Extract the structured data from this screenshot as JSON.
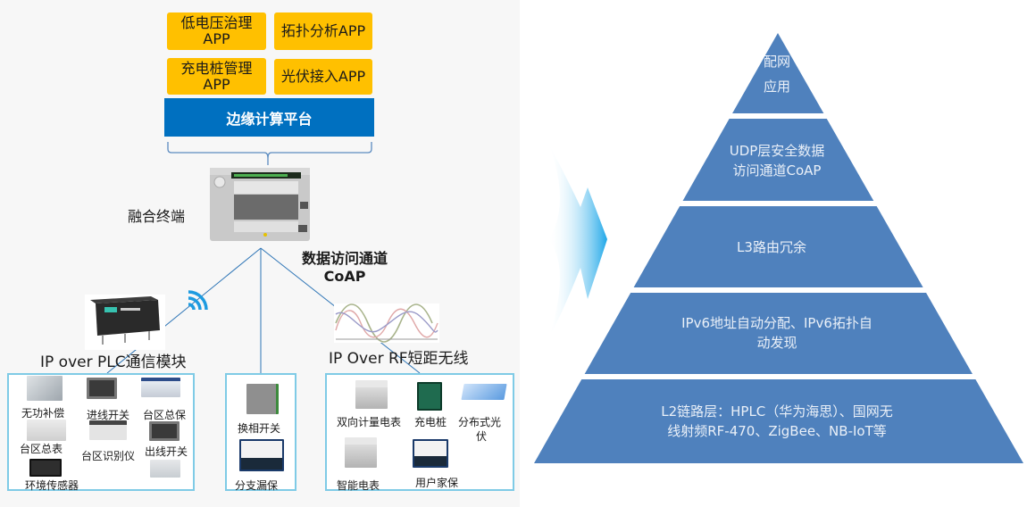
{
  "left": {
    "apps": [
      {
        "label_line1": "低电压治理",
        "label_line2": "APP"
      },
      {
        "label_line1": "拓扑分析APP",
        "label_line2": ""
      },
      {
        "label_line1": "充电桩管理",
        "label_line2": "APP"
      },
      {
        "label_line1": "光伏接入APP",
        "label_line2": ""
      }
    ],
    "platform_label": "边缘计算平台",
    "terminal_label": "融合终端",
    "channel_label_line1": "数据访问通道",
    "channel_label_line2": "CoAP",
    "plc_label": "IP over PLC通信模块",
    "rf_label": "IP Over RF短距无线",
    "group1": [
      "无功补偿",
      "进线开关",
      "台区总保",
      "台区总表",
      "台区识别仪",
      "出线开关",
      "环境传感器"
    ],
    "group2": [
      "换相开关",
      "分支漏保"
    ],
    "group3": [
      "双向计量电表",
      "充电桩",
      "分布式光",
      "伏",
      "智能电表",
      "用户家保"
    ]
  },
  "pyramid": {
    "levels": [
      {
        "line1": "配网",
        "line2": "应用"
      },
      {
        "line1": "UDP层安全数据",
        "line2": "访问通道CoAP"
      },
      {
        "line1": "L3路由冗余",
        "line2": ""
      },
      {
        "line1": "IPv6地址自动分配、IPv6拓扑自",
        "line2": "动发现"
      },
      {
        "line1": "L2链路层：HPLC（华为海思）、国网无",
        "line2": "线射频RF-470、ZigBee、NB-IoT等"
      }
    ]
  },
  "colors": {
    "app_fill": "#ffc000",
    "platform_fill": "#0070c0",
    "pyramid_fill": "#4f81bd",
    "device_border": "#7fcbe6",
    "connector": "#2e75b6",
    "arrow": "#1ea7e8"
  }
}
